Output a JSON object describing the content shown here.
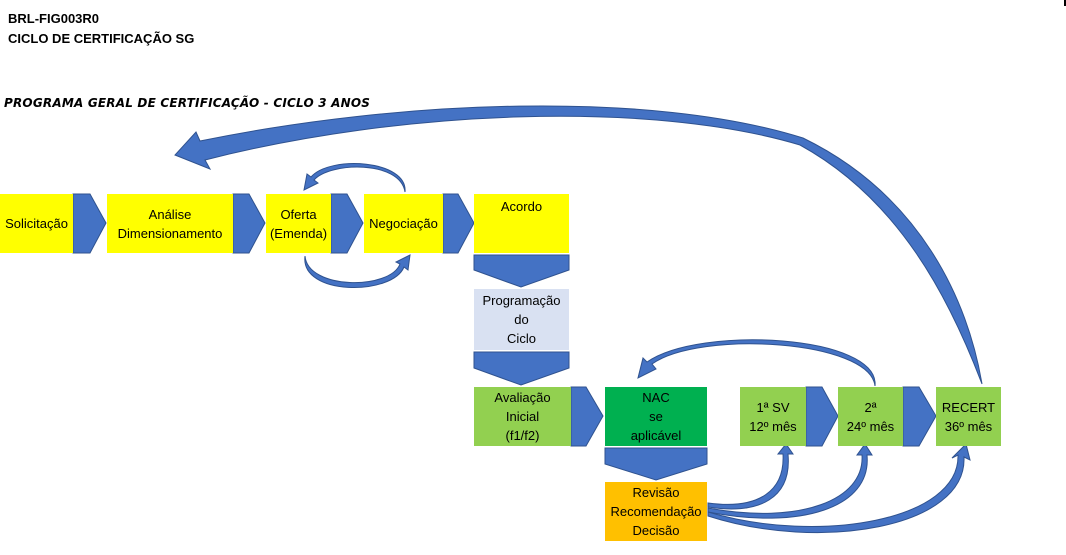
{
  "header": {
    "doc_code": "BRL-FIG003R0",
    "doc_title": "CICLO DE CERTIFICAÇÃO SG",
    "program_title": "PROGRAMA GERAL DE CERTIFICAÇÃO - CICLO 3 ANOS"
  },
  "boxes": {
    "solicitacao": {
      "lines": [
        "Solicitação"
      ]
    },
    "analise": {
      "lines": [
        "Análise",
        "Dimensionamento"
      ]
    },
    "oferta": {
      "lines": [
        "Oferta",
        "(Emenda)"
      ]
    },
    "negociacao": {
      "lines": [
        "Negociação"
      ]
    },
    "acordo": {
      "lines": [
        "Acordo"
      ]
    },
    "programacao": {
      "lines": [
        "Programação",
        "do",
        "Ciclo"
      ]
    },
    "avaliacao": {
      "lines": [
        "Avaliação",
        "Inicial",
        "(f1/f2)"
      ]
    },
    "nac": {
      "lines": [
        "NAC",
        "se",
        "aplicável"
      ]
    },
    "sv1": {
      "lines": [
        "1ª SV",
        "12º mês"
      ]
    },
    "sv2": {
      "lines": [
        "2ª",
        "24º mês"
      ]
    },
    "recert": {
      "lines": [
        "RECERT",
        "36º mês"
      ]
    },
    "revisao": {
      "lines": [
        "Revisão",
        "Recomendação",
        "Decisão"
      ]
    }
  },
  "colors": {
    "yellow": "#ffff00",
    "light_green": "#92d050",
    "dark_green": "#00b050",
    "lavender": "#d9e1f2",
    "orange": "#ffc000",
    "arrow_blue": "#4472c4",
    "arrow_outline": "#2f528f"
  }
}
